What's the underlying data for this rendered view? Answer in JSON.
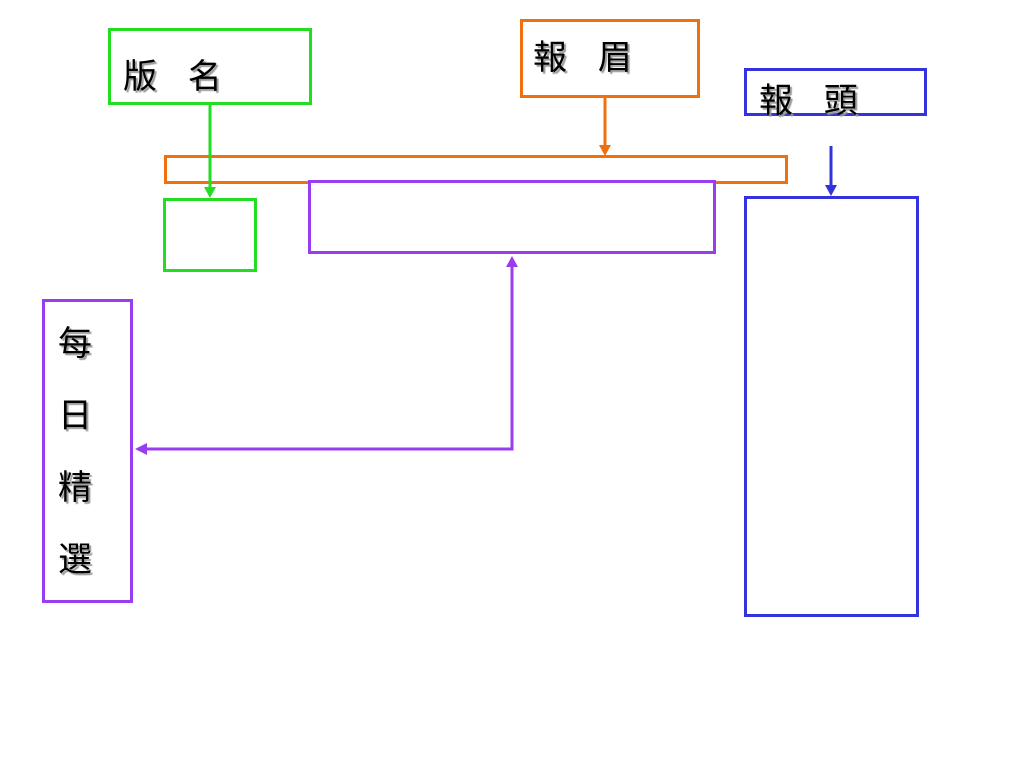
{
  "labels": {
    "banming": "版 名",
    "baomei": "報 眉",
    "baotou": "報 頭",
    "meiri": [
      "每",
      "日",
      "精",
      "選"
    ]
  },
  "colors": {
    "green": "#22dd22",
    "orange": "#f07010",
    "blue": "#3333dd",
    "purple": "#9a3cf0"
  }
}
